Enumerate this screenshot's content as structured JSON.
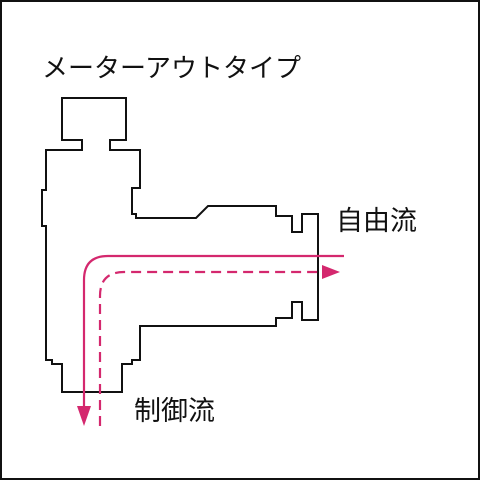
{
  "labels": {
    "title": "メーターアウトタイプ",
    "free_flow": "自由流",
    "controlled_flow": "制御流"
  },
  "colors": {
    "outline": "#111111",
    "flow": "#d4286e",
    "background": "#ffffff"
  }
}
